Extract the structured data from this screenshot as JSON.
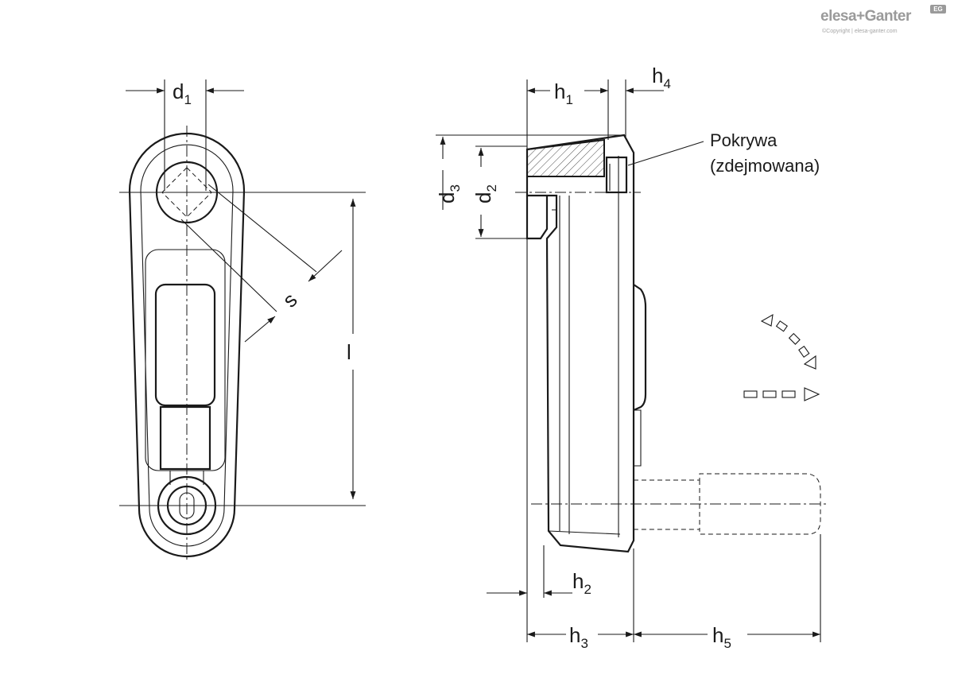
{
  "logo": {
    "brand": "elesa+Ganter",
    "badge": "EG",
    "copyright": "©Copyright | elesa-ganter.com"
  },
  "dimensions": {
    "d1": {
      "base": "d",
      "sub": "1"
    },
    "s": "s",
    "l": "l",
    "h1": {
      "base": "h",
      "sub": "1"
    },
    "h4": {
      "base": "h",
      "sub": "4"
    },
    "d3": {
      "base": "d",
      "sub": "3"
    },
    "d2": {
      "base": "d",
      "sub": "2"
    },
    "h2": {
      "base": "h",
      "sub": "2"
    },
    "h3": {
      "base": "h",
      "sub": "3"
    },
    "h5": {
      "base": "h",
      "sub": "5"
    }
  },
  "callout": {
    "line1": "Pokrywa",
    "line2": "(zdejmowana)"
  },
  "symbols": {
    "rotation_icon": "rotation-arrow-icon",
    "linear_icon": "linear-arrow-icon"
  }
}
